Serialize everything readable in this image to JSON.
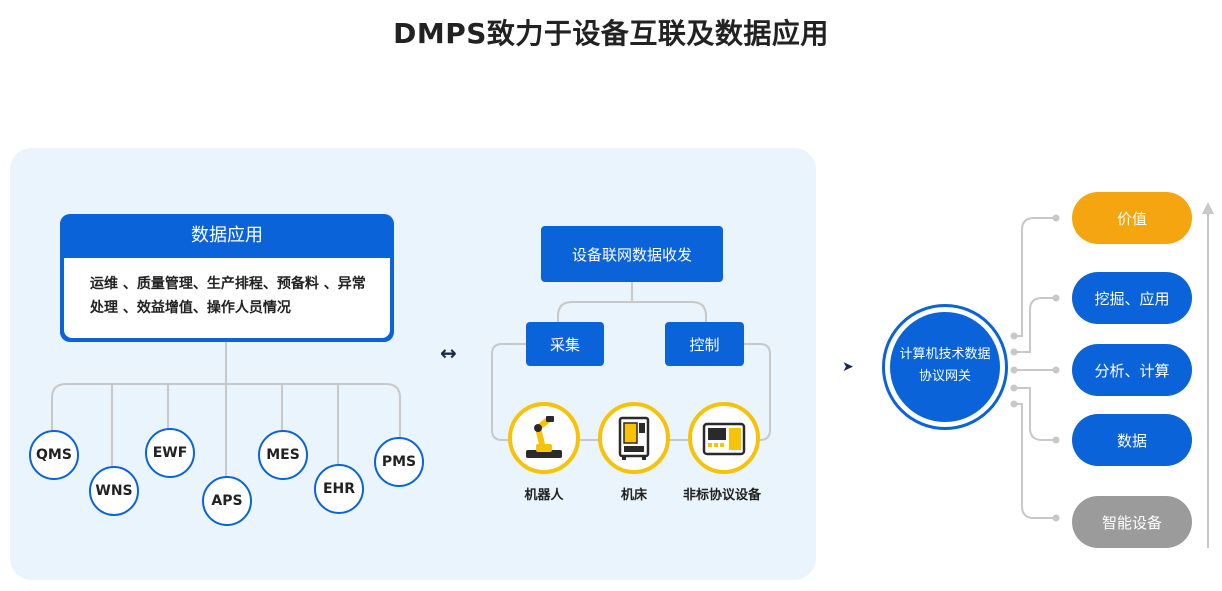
{
  "title": "DMPS致力于设备互联及数据应用",
  "data_app": {
    "title": "数据应用",
    "line1": "运维 、质量管理、生产排程、预备料 、异常",
    "line2": "处理 、效益增值、操作人员情况"
  },
  "systems": [
    "QMS",
    "WNS",
    "EWF",
    "APS",
    "MES",
    "EHR",
    "PMS"
  ],
  "collect": {
    "top": "设备联网数据收发",
    "left": "采集",
    "right": "控制"
  },
  "devices": [
    {
      "label": "机器人",
      "icon": "robot-arm-icon"
    },
    {
      "label": "机床",
      "icon": "machine-tool-icon"
    },
    {
      "label": "非标协议设备",
      "icon": "nonstandard-device-icon"
    }
  ],
  "double_arrow": "↔",
  "right_arrow": "➤",
  "gateway": {
    "line1": "计算机技术数据",
    "line2": "协议网关"
  },
  "outputs": [
    {
      "label": "价值",
      "color": "#f5a50f"
    },
    {
      "label": "挖掘、应用",
      "color": "#0a63d9"
    },
    {
      "label": "分析、计算",
      "color": "#0a63d9"
    },
    {
      "label": "数据",
      "color": "#0a63d9"
    },
    {
      "label": "智能设备",
      "color": "#9b9b9b"
    }
  ],
  "colors": {
    "blue": "#0a63d9",
    "yellow": "#f6c20a",
    "panel": "#e9f4fc",
    "line": "#c8c8c8"
  }
}
